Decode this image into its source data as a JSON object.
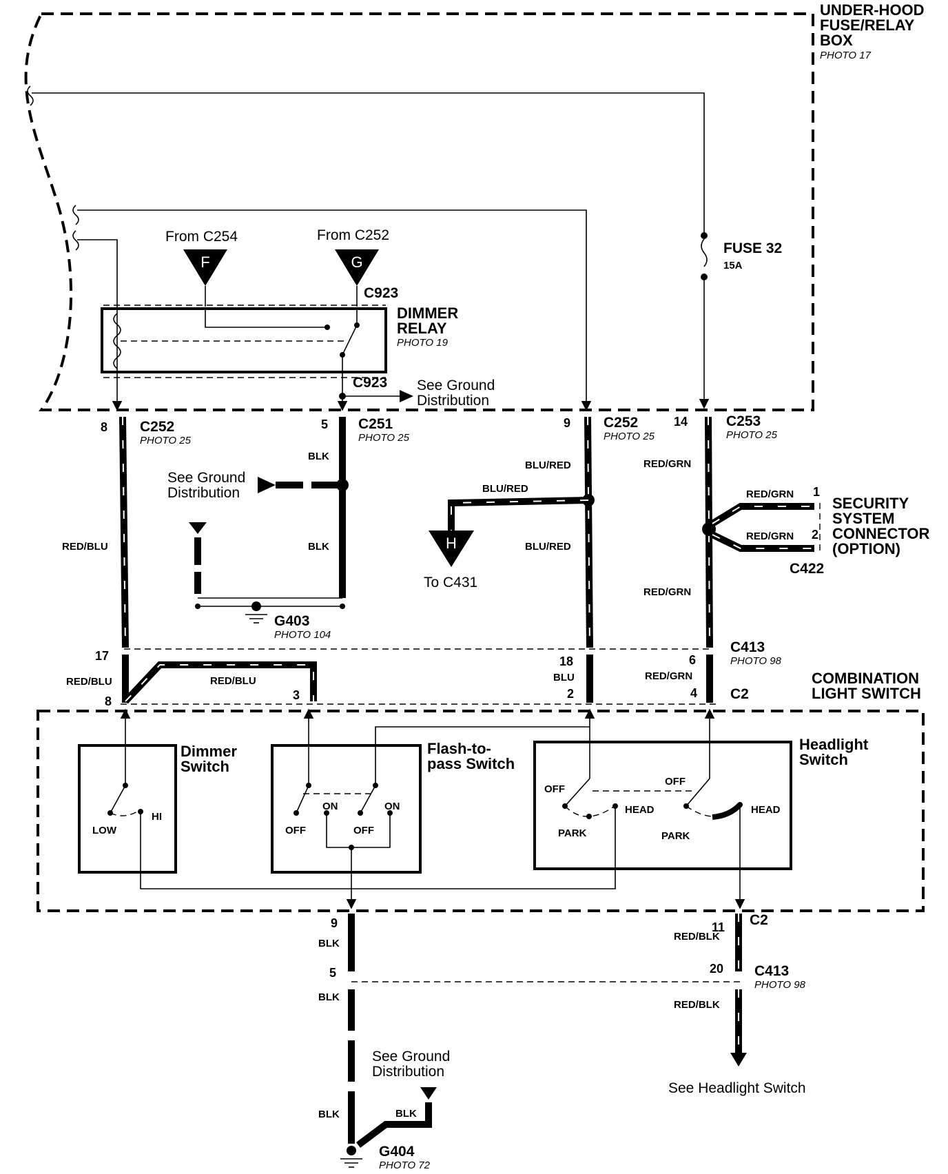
{
  "fuse_box": {
    "title_lines": [
      "UNDER-HOOD",
      "FUSE/RELAY",
      "BOX"
    ],
    "photo": "PHOTO 17"
  },
  "fuse": {
    "name": "FUSE 32",
    "rating": "15A"
  },
  "dimmer_relay": {
    "title_lines": [
      "DIMMER",
      "RELAY"
    ],
    "photo": "PHOTO 19",
    "connector_top": "C923",
    "connector_bottom": "C923"
  },
  "from_labels": {
    "f": {
      "text": "From C254",
      "letter": "F"
    },
    "g": {
      "text": "From C252",
      "letter": "G"
    }
  },
  "ground_notes": {
    "relay": [
      "See Ground",
      "Distribution"
    ],
    "left": [
      "See Ground",
      "Distribution"
    ],
    "bottom": [
      "See Ground",
      "Distribution"
    ]
  },
  "connectors": {
    "c252_left": {
      "pin": "8",
      "name": "C252",
      "photo": "PHOTO 25"
    },
    "c251": {
      "pin": "5",
      "name": "C251",
      "photo": "PHOTO 25"
    },
    "c252_right": {
      "pin": "9",
      "name": "C252",
      "photo": "PHOTO 25"
    },
    "c253": {
      "pin": "14",
      "name": "C253",
      "photo": "PHOTO 25"
    },
    "c413_top": {
      "pin_left": "17",
      "pin_mid": "18",
      "pin_right": "6",
      "name": "C413",
      "photo": "PHOTO 98"
    },
    "c2_top": {
      "pin_a": "8",
      "pin_b": "3",
      "pin_c": "2",
      "pin_d": "4",
      "name": "C2"
    },
    "c2_bottom": {
      "pin_left": "9",
      "pin_right": "11",
      "name": "C2"
    },
    "c413_bottom": {
      "pin_left": "5",
      "pin_right": "20",
      "name": "C413",
      "photo": "PHOTO 98"
    }
  },
  "wires": {
    "red_blu_1": "RED/BLU",
    "red_blu_2": "RED/BLU",
    "red_blu_3": "RED/BLU",
    "blk_1": "BLK",
    "blk_2": "BLK",
    "blu_red_1": "BLU/RED",
    "blu_red_2": "BLU/RED",
    "blu_red_3": "BLU/RED",
    "blu": "BLU",
    "red_grn_1": "RED/GRN",
    "red_grn_2": "RED/GRN",
    "red_grn_3": "RED/GRN",
    "red_grn_4": "RED/GRN",
    "red_grn_5": "RED/GRN",
    "blk_3": "BLK",
    "blk_4": "BLK",
    "blk_5": "BLK",
    "blk_6": "BLK",
    "red_blk_1": "RED/BLK",
    "red_blk_2": "RED/BLK"
  },
  "h_terminal": {
    "letter": "H",
    "text": "To C431"
  },
  "g403": {
    "name": "G403",
    "photo": "PHOTO 104"
  },
  "g404": {
    "name": "G404",
    "photo": "PHOTO 72"
  },
  "security": {
    "title_lines": [
      "SECURITY",
      "SYSTEM",
      "CONNECTOR",
      "(OPTION)"
    ],
    "connector": "C422",
    "pin1": "1",
    "pin2": "2"
  },
  "combo_switch": {
    "title_lines": [
      "COMBINATION",
      "LIGHT SWITCH"
    ]
  },
  "dimmer_switch": {
    "title_lines": [
      "Dimmer",
      "Switch"
    ],
    "low": "LOW",
    "hi": "HI"
  },
  "flash_switch": {
    "title_lines": [
      "Flash-to-",
      "pass Switch"
    ],
    "on1": "ON",
    "on2": "ON",
    "off1": "OFF",
    "off2": "OFF"
  },
  "headlight_switch": {
    "title_lines": [
      "Headlight",
      "Switch"
    ],
    "off1": "OFF",
    "off2": "OFF",
    "head1": "HEAD",
    "head2": "HEAD",
    "park1": "PARK",
    "park2": "PARK"
  },
  "headlight_note": "See Headlight Switch"
}
